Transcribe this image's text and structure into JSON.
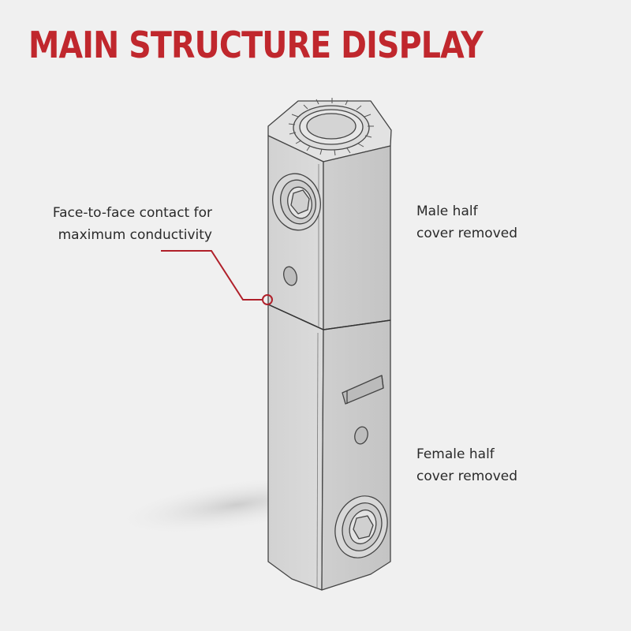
{
  "title": "MAIN STRUCTURE DISPLAY",
  "callouts": {
    "contact": [
      "Face-to-face contact for",
      "maximum conductivity"
    ],
    "male": [
      "Male half",
      "cover removed"
    ],
    "female": [
      "Female half",
      "cover removed"
    ]
  },
  "colors": {
    "title": "#c0272d",
    "leader": "#b0202a",
    "body_front": "#d6d6d6",
    "body_side": "#cbcbcb",
    "background": "#f0f0f0"
  }
}
